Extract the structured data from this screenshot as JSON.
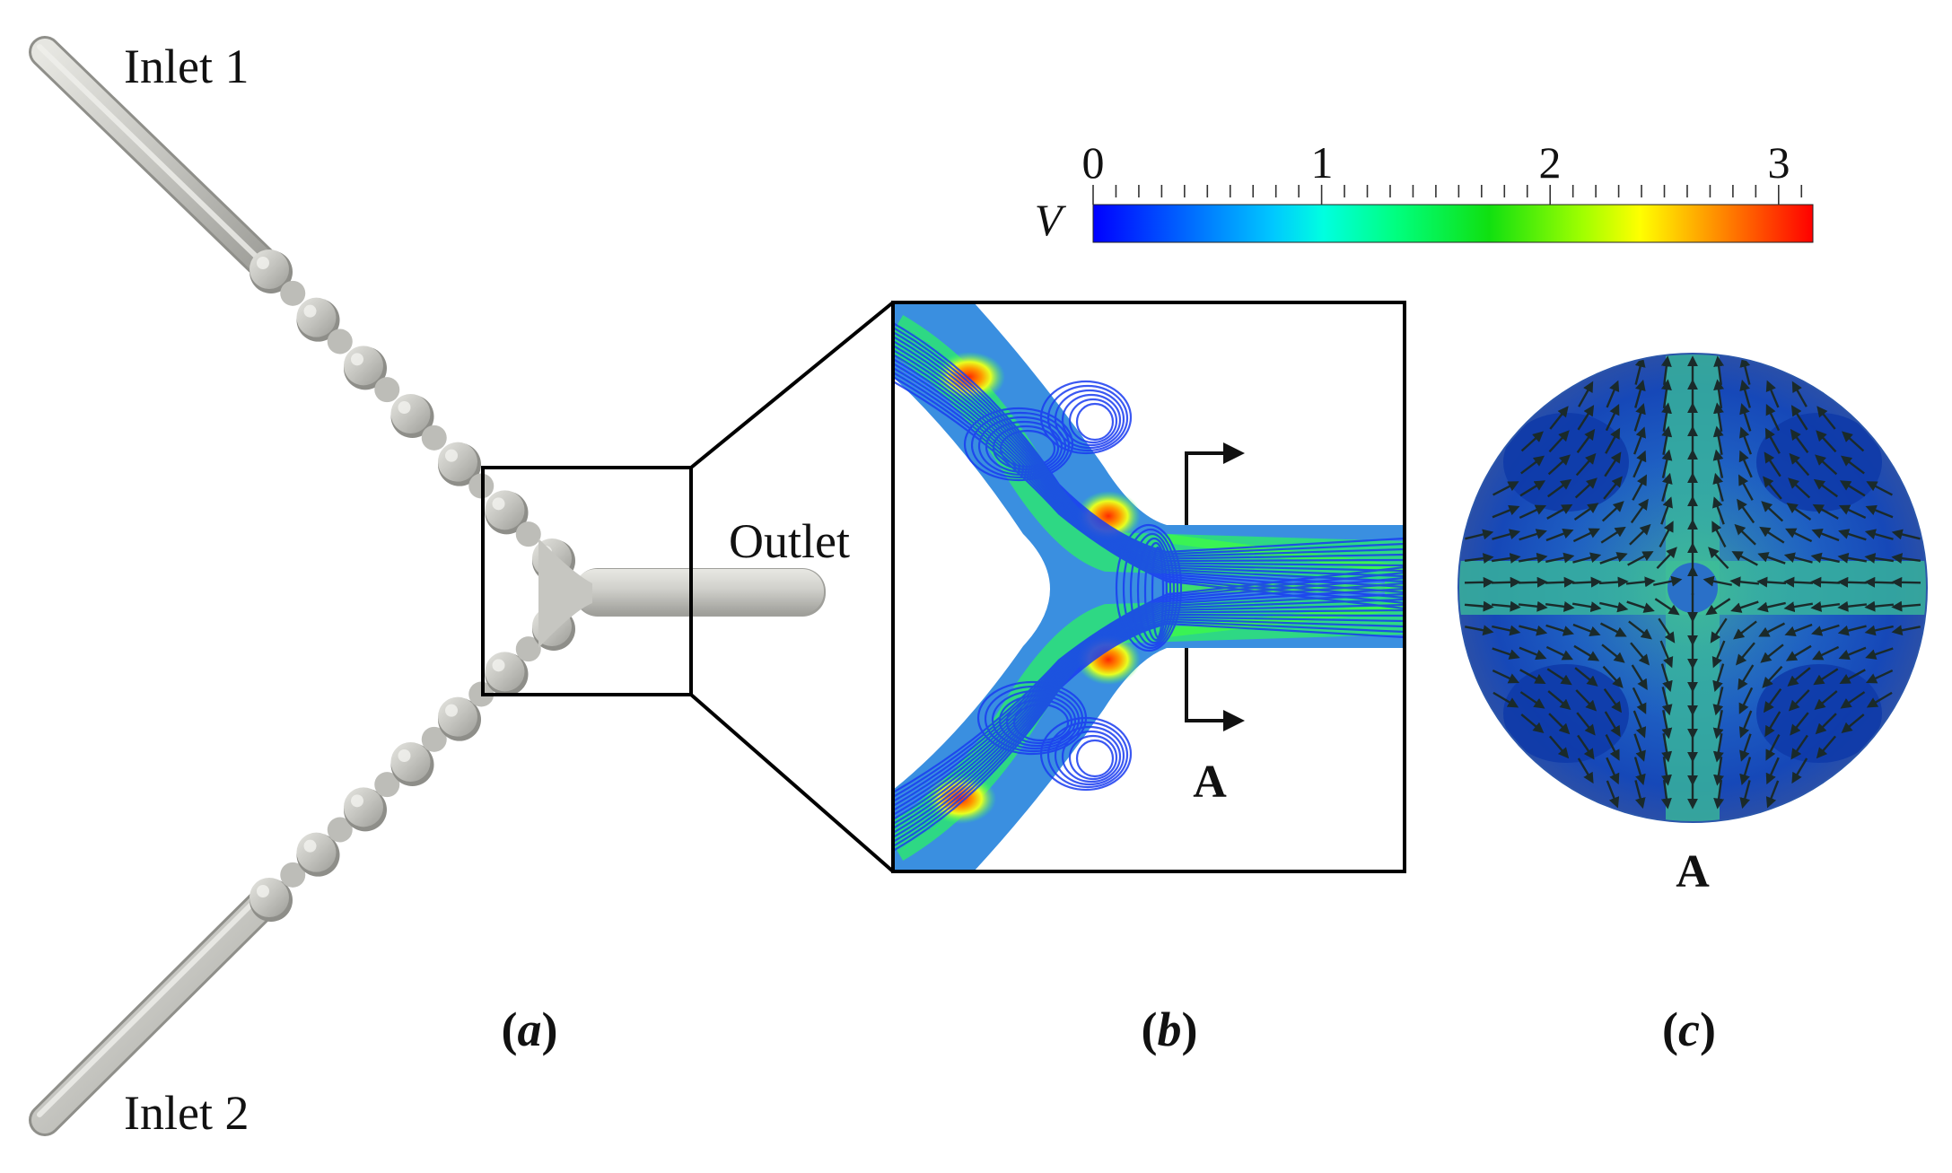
{
  "panel_a": {
    "inlet1_label": "Inlet 1",
    "inlet2_label": "Inlet 2",
    "outlet_label": "Outlet",
    "caption_letter": "a"
  },
  "panel_b": {
    "section_label": "A",
    "caption_letter": "b"
  },
  "panel_c": {
    "section_label": "A",
    "caption_letter": "c"
  },
  "colorbar": {
    "variable": "V",
    "ticks": [
      "0",
      "1",
      "2",
      "3"
    ],
    "min": 0,
    "max": 3.15,
    "colormap": [
      "#0000ff",
      "#00bfff",
      "#00ffff",
      "#00ff80",
      "#00e000",
      "#7fff00",
      "#ffff00",
      "#ff8000",
      "#ff0000"
    ]
  },
  "colors": {
    "pipe": "#c9c9c4",
    "frame": "#000000"
  }
}
